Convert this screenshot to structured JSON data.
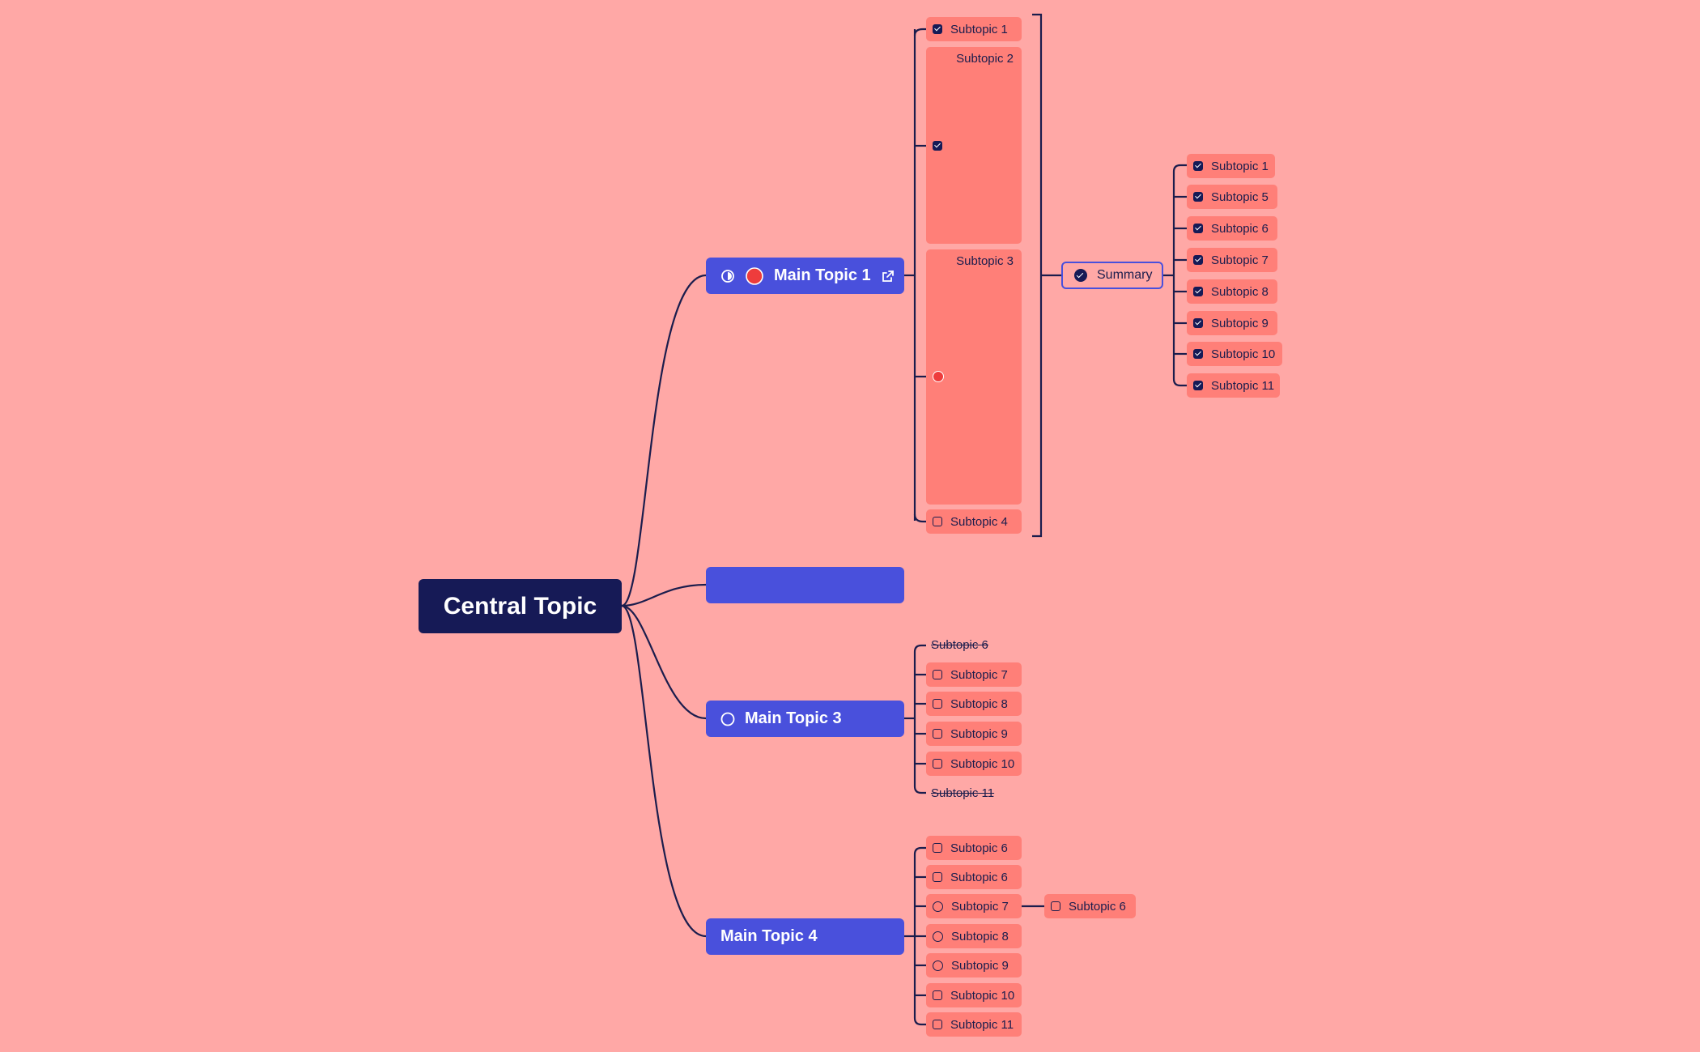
{
  "central": {
    "label": "Central Topic"
  },
  "main_topics": [
    {
      "label": "Main Topic 1"
    },
    {
      "label": ""
    },
    {
      "label": "Main Topic 3"
    },
    {
      "label": "Main Topic 4"
    }
  ],
  "topic1": {
    "subtopics": [
      "Subtopic 1",
      "Subtopic 2",
      "Subtopic 3",
      "Subtopic 4"
    ],
    "summary": "Summary",
    "summary_children": [
      "Subtopic 1",
      "Subtopic 5",
      "Subtopic 6",
      "Subtopic 7",
      "Subtopic 8",
      "Subtopic 9",
      "Subtopic 10",
      "Subtopic 11"
    ]
  },
  "topic3": {
    "subtopics": [
      "Subtopic 6",
      "Subtopic 7",
      "Subtopic 8",
      "Subtopic 9",
      "Subtopic 10",
      "Subtopic 11"
    ]
  },
  "topic4": {
    "subtopics": [
      "Subtopic 6",
      "Subtopic 6",
      "Subtopic 7",
      "Subtopic 8",
      "Subtopic 9",
      "Subtopic 10",
      "Subtopic 11"
    ],
    "child_of_7": "Subtopic 6"
  },
  "colors": {
    "background": "#FFA8A6",
    "central": "#161A56",
    "main": "#4950DC",
    "subtopic": "#FF7F78",
    "line": "#1b1d4d"
  }
}
